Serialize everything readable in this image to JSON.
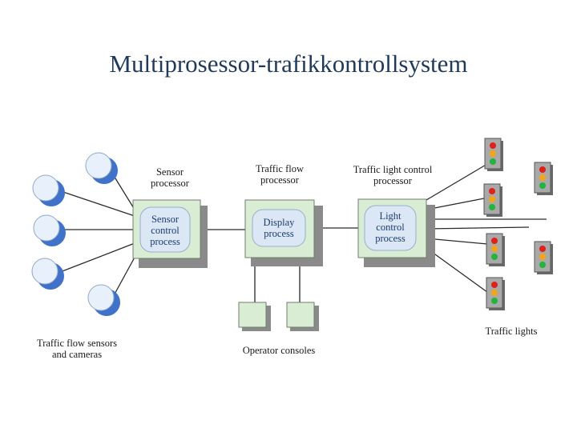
{
  "title": "Multiprosessor-trafikkontrollsystem",
  "colors": {
    "title": "#1f3a5a",
    "processor_fill": "#d9ecd4",
    "processor_shadow": "#8a8a8a",
    "inner_fill": "#dbe7f5",
    "inner_text": "#1d3d6e",
    "sensor_disc": "#e8f1fb",
    "sensor_shadow": "#3f72c8",
    "console_fill": "#d9ecd4",
    "light_housing": "#6a6a6a",
    "light_red": "#e0201a",
    "light_amber": "#f2a51a",
    "light_green": "#22b43c"
  },
  "processors": {
    "sensor": {
      "title_lines": [
        "Sensor",
        "processor"
      ],
      "inner_lines": [
        "Sensor",
        "control",
        "process"
      ]
    },
    "traffic_flow": {
      "title_lines": [
        "Traffic flow",
        "processor"
      ],
      "inner_lines": [
        "Display",
        "process"
      ]
    },
    "light_control": {
      "title_lines": [
        "Traffic light control",
        "processor"
      ],
      "inner_lines": [
        "Light",
        "control",
        "process"
      ]
    }
  },
  "labels": {
    "sensors_lines": [
      "Traffic flow sensors",
      "and cameras"
    ],
    "consoles": "Operator consoles",
    "traffic_lights": "Traffic lights"
  },
  "icons": {
    "sensor": "sensor-disc-icon",
    "console": "operator-console-icon",
    "light": "traffic-light-icon"
  }
}
